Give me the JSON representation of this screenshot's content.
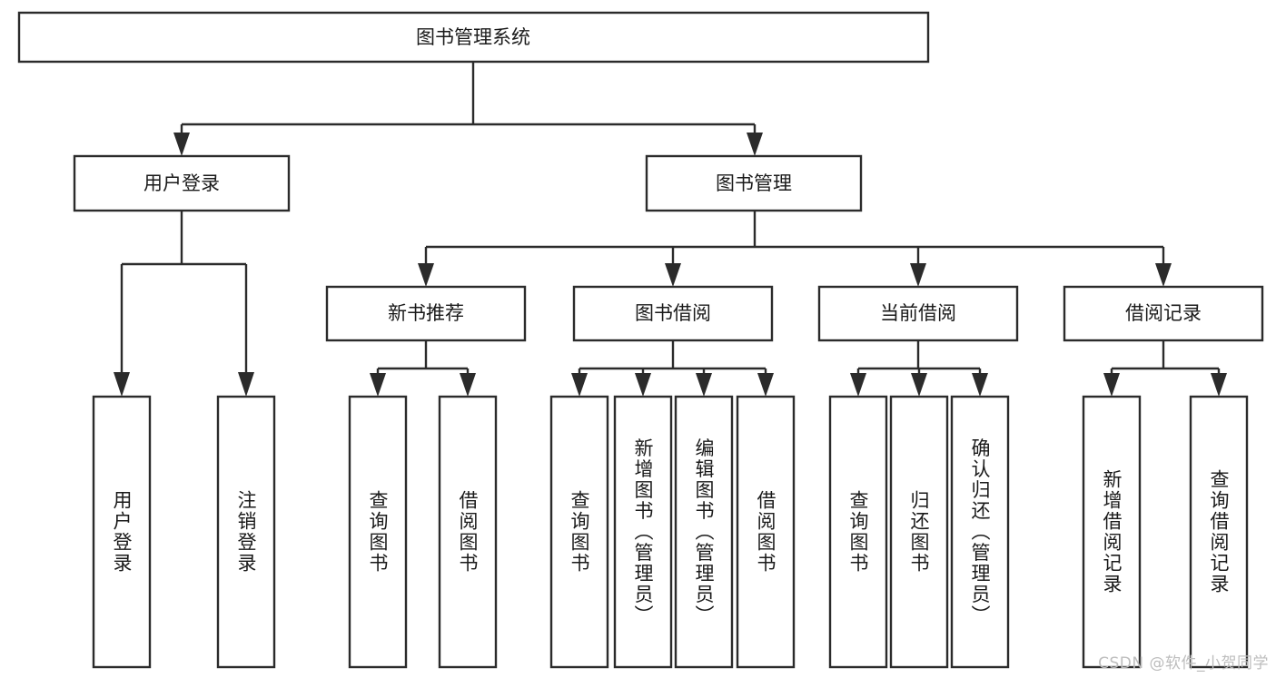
{
  "diagram": {
    "title": "图书管理系统",
    "type": "hierarchy-tree",
    "watermark": "CSDN @软件_小贺同学",
    "colors": {
      "stroke": "#2b2b2b",
      "box_fill": "#ffffff",
      "text": "#1a1a1a",
      "background": "#ffffff",
      "watermark": "#bdbdbd"
    },
    "root": {
      "label": "图书管理系统"
    },
    "level1": [
      {
        "label": "用户登录"
      },
      {
        "label": "图书管理"
      }
    ],
    "level2": [
      {
        "label": "新书推荐"
      },
      {
        "label": "图书借阅"
      },
      {
        "label": "当前借阅"
      },
      {
        "label": "借阅记录"
      }
    ],
    "leaves": {
      "user_login": [
        {
          "label": "用户登录"
        },
        {
          "label": "注销登录"
        }
      ],
      "new_book_rec": [
        {
          "label": "查询图书"
        },
        {
          "label": "借阅图书"
        }
      ],
      "book_borrow": [
        {
          "label": "查询图书"
        },
        {
          "label": "新增图书（管理员）"
        },
        {
          "label": "编辑图书（管理员）"
        },
        {
          "label": "借阅图书"
        }
      ],
      "current_borrow": [
        {
          "label": "查询图书"
        },
        {
          "label": "归还图书"
        },
        {
          "label": "确认归还（管理员）"
        }
      ],
      "borrow_record": [
        {
          "label": "新增借阅记录"
        },
        {
          "label": "查询借阅记录"
        }
      ]
    }
  }
}
